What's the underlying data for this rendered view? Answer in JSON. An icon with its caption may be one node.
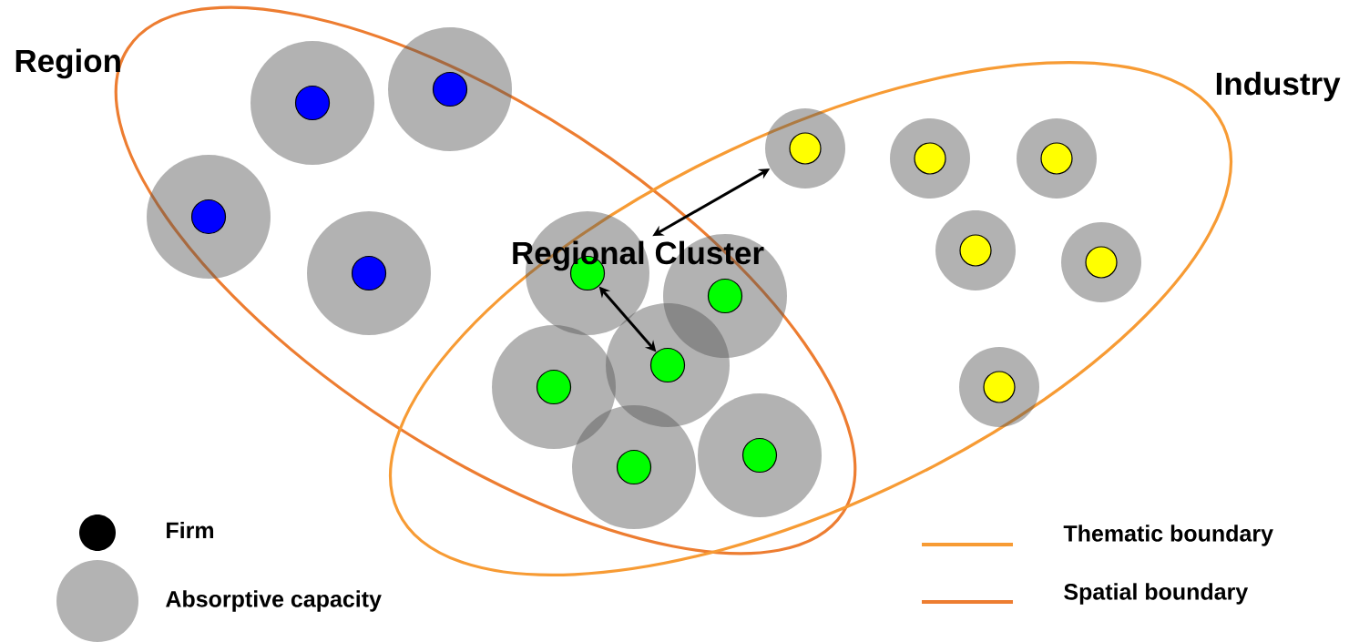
{
  "diagram": {
    "nodes": [
      {
        "text": [
          "Region"
        ]
      },
      {
        "text": [
          "Industry"
        ]
      },
      {
        "text": [],
        "shape": "circle",
        "in": 0
      },
      {
        "text": [],
        "shape": "circle",
        "in": 0
      },
      {
        "text": [],
        "shape": "circle",
        "in": 0
      },
      {
        "text": [],
        "shape": "circle",
        "in": 0
      },
      {
        "text": [],
        "shape": "circle"
      },
      {
        "text": [],
        "shape": "circle"
      },
      {
        "text": [],
        "shape": "circle"
      },
      {
        "text": [],
        "shape": "circle"
      },
      {
        "text": [],
        "shape": "circle"
      },
      {
        "text": [],
        "shape": "circle"
      },
      {
        "text": [],
        "shape": "circle",
        "in": 1
      },
      {
        "text": [],
        "shape": "circle",
        "in": 1
      },
      {
        "text": [],
        "shape": "circle",
        "in": 1
      },
      {
        "text": [],
        "shape": "circle",
        "in": 1
      },
      {
        "text": [],
        "shape": "circle",
        "in": 1
      },
      {
        "text": [],
        "shape": "circle",
        "in": 1
      }
    ],
    "edges": [
      {
        "from": 6,
        "to": 12,
        "arrow": "both"
      },
      {
        "from": 6,
        "to": 9,
        "arrow": "both"
      }
    ],
    "labels": [
      "Regional Cluster"
    ],
    "legend": [
      {
        "text": "Firm",
        "color": "#000000"
      },
      {
        "text": "Absorptive capacity",
        "color": "#b3b3b3"
      },
      {
        "text": "Thematic boundary"
      },
      {
        "text": "Spatial boundary"
      }
    ]
  }
}
